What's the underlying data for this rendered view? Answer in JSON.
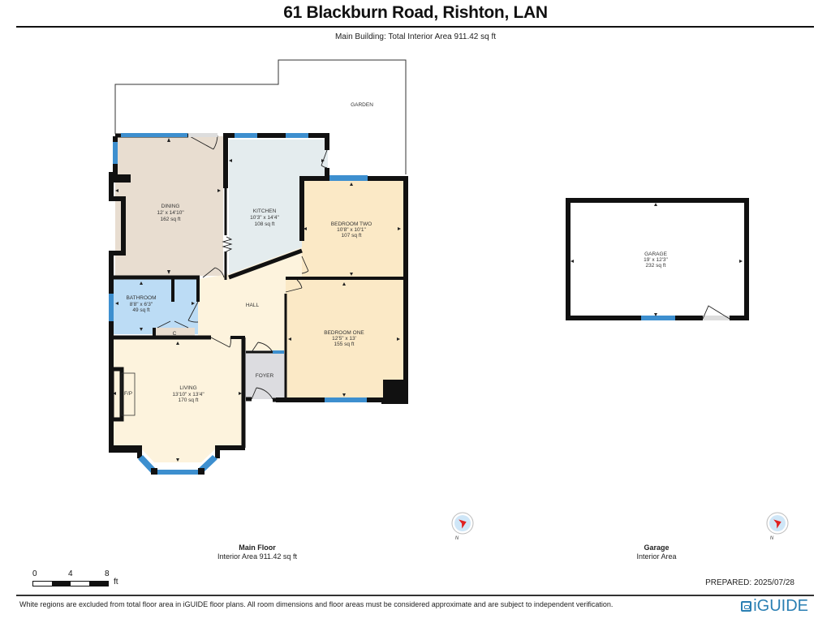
{
  "header": {
    "title": "61 Blackburn Road, Rishton, LAN",
    "subtitle": "Main Building: Total Interior Area 911.42 sq ft"
  },
  "rooms": {
    "garden": {
      "name": "GARDEN"
    },
    "dining": {
      "name": "DINING",
      "dims": "12' x 14'10\"",
      "area": "162 sq ft"
    },
    "kitchen": {
      "name": "KITCHEN",
      "dims": "10'3\" x 14'4\"",
      "area": "108 sq ft"
    },
    "bedroom_two": {
      "name": "BEDROOM TWO",
      "dims": "10'8\" x 10'1\"",
      "area": "107 sq ft"
    },
    "bathroom": {
      "name": "BATHROOM",
      "dims": "8'8\" x 6'3\"",
      "area": "49 sq ft"
    },
    "closet": {
      "name": "C"
    },
    "hall": {
      "name": "HALL"
    },
    "bedroom_one": {
      "name": "BEDROOM ONE",
      "dims": "12'5\" x 13'",
      "area": "155 sq ft"
    },
    "foyer": {
      "name": "FOYER"
    },
    "living": {
      "name": "LIVING",
      "dims": "13'10\" x 13'4\"",
      "area": "170 sq ft"
    },
    "fireplace": {
      "name": "F/P"
    },
    "garage": {
      "name": "GARAGE",
      "dims": "19' x 12'3\"",
      "area": "232 sq ft"
    }
  },
  "colors": {
    "dining": "#e8ddd0",
    "kitchen": "#e4ecee",
    "bedroom": "#fbe9c6",
    "bathroom": "#bcdcf5",
    "hall": "#fdf3dd",
    "living": "#fdf3dd",
    "foyer": "#dcdce0",
    "window": "#3d8fcf",
    "wall": "#111111",
    "compass_needle": "#e02020",
    "compass_face": "#cfe6f7",
    "brand": "#2a7fb3"
  },
  "floors": [
    {
      "name": "Main Floor",
      "area": "Interior Area 911.42 sq ft"
    },
    {
      "name": "Garage",
      "area": "Interior Area"
    }
  ],
  "compass": {
    "label": "N"
  },
  "scale": {
    "ticks": [
      "0",
      "4",
      "8"
    ],
    "unit": "ft"
  },
  "footer": {
    "prepared": "PREPARED: 2025/07/28",
    "disclaimer": "White regions are excluded from total floor area in iGUIDE floor plans. All room dimensions and floor areas must be considered approximate and are subject to independent verification.",
    "logo": "iGUIDE"
  }
}
